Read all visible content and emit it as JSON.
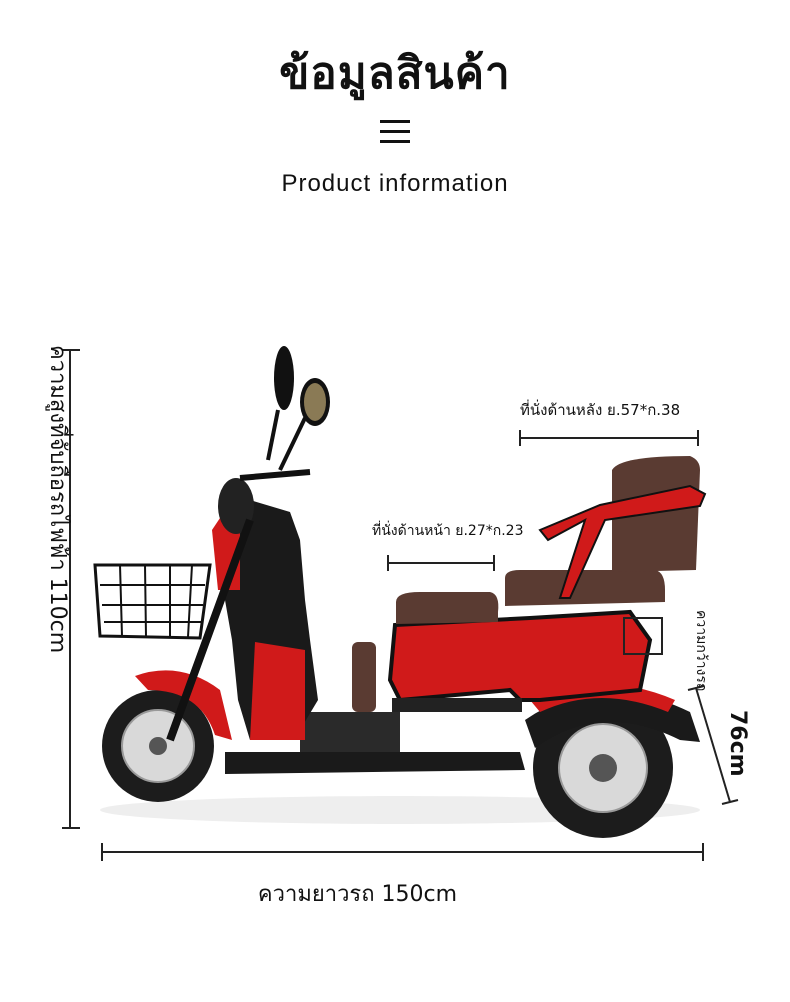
{
  "header": {
    "title_th": "ข้อมูลสินค้า",
    "menu_icon": "hamburger-icon",
    "title_en": "Product information"
  },
  "dimensions": {
    "height_label": "ความสูงที่จับถือรถไฟฟ้า 110cm",
    "rear_seat_label": "ที่นั่งด้านหลัง ย.57*ก.38",
    "front_seat_label": "ที่นั่งด้านหน้า ย.27*ก.23",
    "width_label": "ความกว้างรถ",
    "width_value": "76cm",
    "length_label": "ความยาวรถ 150cm"
  },
  "colors": {
    "body_red": "#d01a1a",
    "seat_brown": "#5a3b32",
    "frame_black": "#1a1a1a"
  }
}
